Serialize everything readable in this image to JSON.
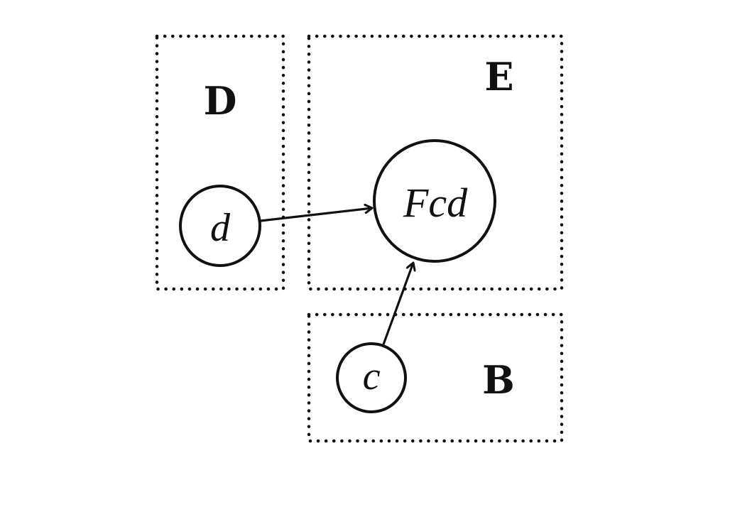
{
  "diagram": {
    "boxes": {
      "D": {
        "label": "D"
      },
      "E": {
        "label": "E"
      },
      "B": {
        "label": "B"
      }
    },
    "nodes": {
      "d": {
        "label": "d",
        "box": "D"
      },
      "Fcd": {
        "label": "Fcd",
        "box": "E"
      },
      "c": {
        "label": "c",
        "box": "B"
      }
    },
    "edges": [
      {
        "from": "d",
        "to": "Fcd"
      },
      {
        "from": "c",
        "to": "Fcd"
      }
    ]
  }
}
